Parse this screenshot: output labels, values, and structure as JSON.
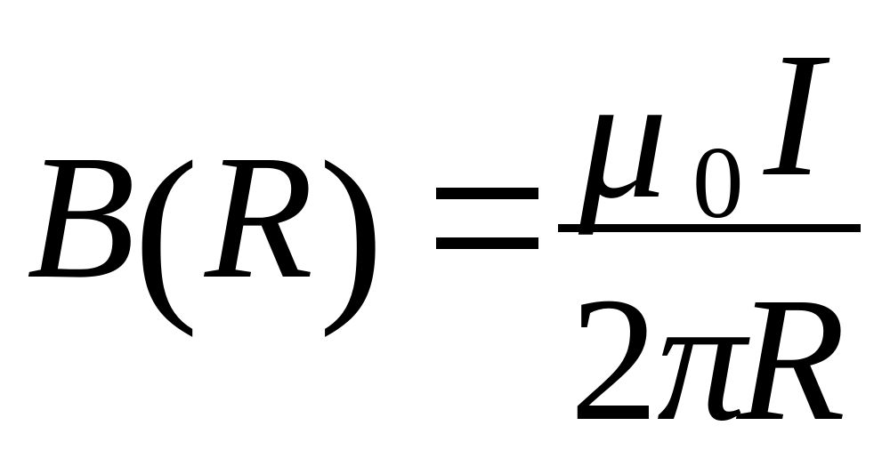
{
  "equation": {
    "lhs": {
      "func": "B",
      "open_paren": "(",
      "var": "R",
      "close_paren": ")"
    },
    "operator": "=",
    "rhs": {
      "numerator": {
        "symbol": "μ",
        "subscript": "0",
        "current": "I"
      },
      "denominator": {
        "coefficient": "2",
        "pi": "π",
        "var": "R"
      }
    }
  }
}
